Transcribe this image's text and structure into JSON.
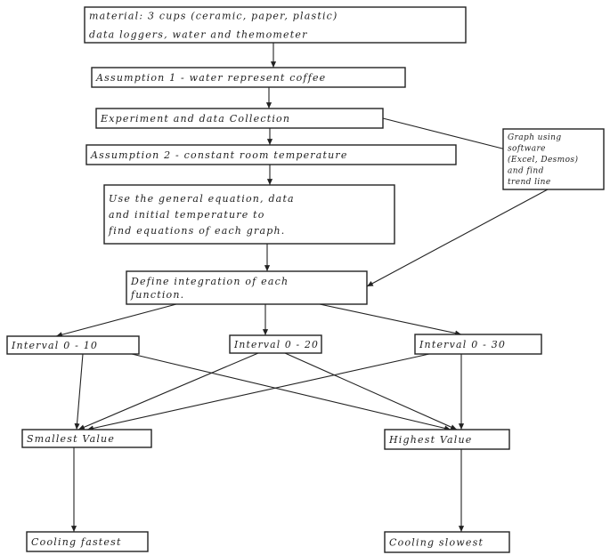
{
  "diagram": {
    "nodes": {
      "materials": {
        "lines": [
          "material: 3 cups (ceramic, paper, plastic)",
          "data loggers, water and themometer"
        ]
      },
      "assumption1": {
        "lines": [
          "Assumption 1 - water represent coffee"
        ]
      },
      "experiment": {
        "lines": [
          "Experiment and data Collection"
        ]
      },
      "assumption2": {
        "lines": [
          "Assumption 2 - constant     room temperature"
        ]
      },
      "equations": {
        "lines": [
          "Use the general equation, data",
          "and initial temperature to",
          "find equations of each graph."
        ]
      },
      "graph": {
        "lines": [
          "Graph using",
          "software",
          "(Excel, Desmos)",
          "and find",
          "trend line"
        ]
      },
      "integration": {
        "lines": [
          "Define integration of each",
          "function."
        ]
      },
      "interval10": {
        "lines": [
          "Interval 0 - 10"
        ]
      },
      "interval20": {
        "lines": [
          "Interval 0 - 20"
        ]
      },
      "interval30": {
        "lines": [
          "Interval 0 - 30"
        ]
      },
      "smallest": {
        "lines": [
          "Smallest Value"
        ]
      },
      "highest": {
        "lines": [
          "Highest Value"
        ]
      },
      "cooling_fastest": {
        "lines": [
          "Cooling fastest"
        ]
      },
      "cooling_slowest": {
        "lines": [
          "Cooling slowest"
        ]
      }
    },
    "edges": [
      {
        "from": "materials",
        "to": "assumption1"
      },
      {
        "from": "assumption1",
        "to": "experiment"
      },
      {
        "from": "experiment",
        "to": "assumption2"
      },
      {
        "from": "experiment",
        "to": "graph"
      },
      {
        "from": "assumption2",
        "to": "equations"
      },
      {
        "from": "equations",
        "to": "integration"
      },
      {
        "from": "graph",
        "to": "integration"
      },
      {
        "from": "integration",
        "to": "interval10"
      },
      {
        "from": "integration",
        "to": "interval20"
      },
      {
        "from": "integration",
        "to": "interval30"
      },
      {
        "from": "interval10",
        "to": "smallest"
      },
      {
        "from": "interval10",
        "to": "highest"
      },
      {
        "from": "interval20",
        "to": "smallest"
      },
      {
        "from": "interval20",
        "to": "highest"
      },
      {
        "from": "interval30",
        "to": "smallest"
      },
      {
        "from": "interval30",
        "to": "highest"
      },
      {
        "from": "smallest",
        "to": "cooling_fastest"
      },
      {
        "from": "highest",
        "to": "cooling_slowest"
      }
    ]
  }
}
